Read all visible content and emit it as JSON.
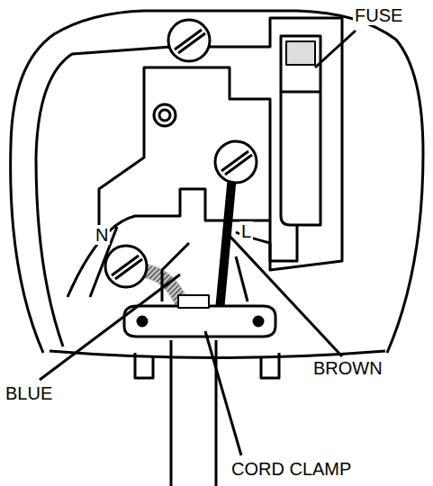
{
  "diagram": {
    "labels": [
      "FUSE",
      "N",
      "L",
      "BLUE",
      "BROWN",
      "CORD CLAMP"
    ]
  }
}
